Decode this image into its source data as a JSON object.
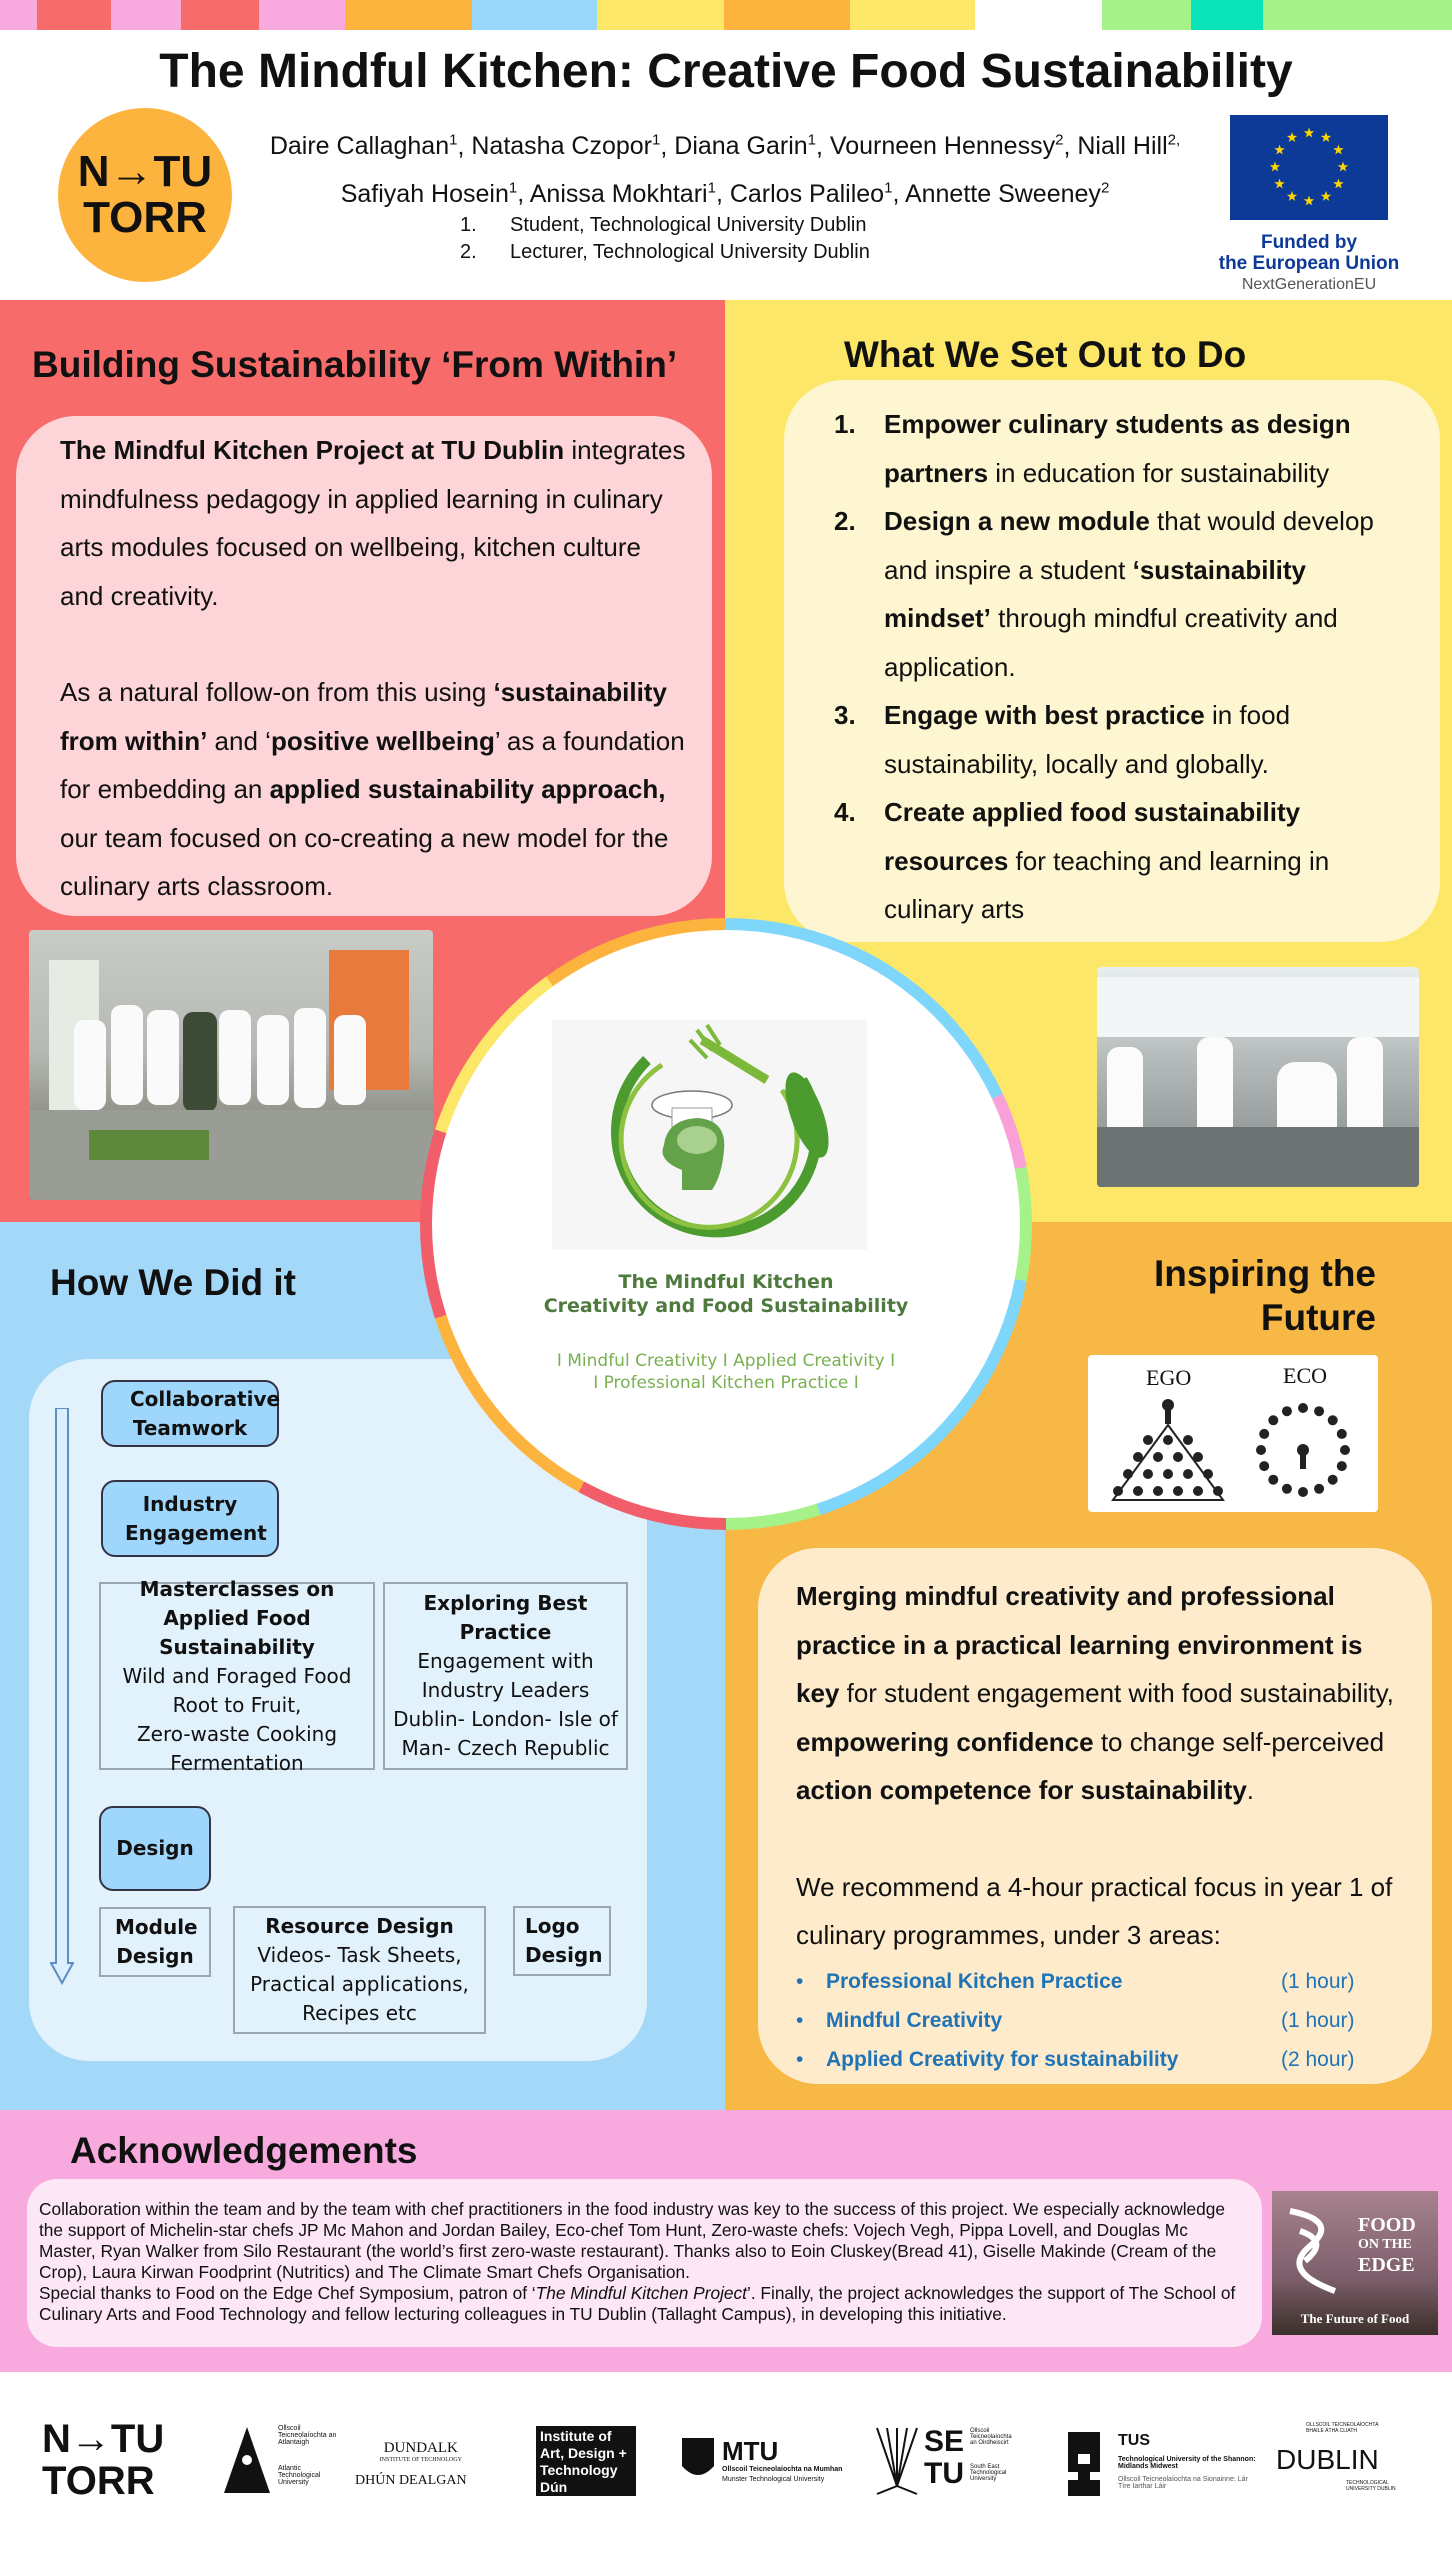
{
  "colors": {
    "red": "#f86b6b",
    "yellow": "#fde768",
    "blue": "#a3d8f8",
    "orange": "#f8b845",
    "pink": "#f8a9dd",
    "link_blue": "#1f73b7",
    "logo_green": "#5e9e3b"
  },
  "header": {
    "title": "The Mindful Kitchen: Creative Food Sustainability",
    "authors": [
      {
        "name": "Daire Callaghan",
        "sup": "1"
      },
      {
        "name": "Natasha Czopor",
        "sup": "1"
      },
      {
        "name": "Diana Garin",
        "sup": "1"
      },
      {
        "name": "Vourneen Hennessy",
        "sup": "2"
      },
      {
        "name": "Niall Hill",
        "sup": "2,"
      },
      {
        "name": "Safiyah Hosein",
        "sup": "1"
      },
      {
        "name": "Anissa Mokhtari",
        "sup": "1"
      },
      {
        "name": "Carlos Palileo",
        "sup": "1"
      },
      {
        "name": "Annette Sweeney",
        "sup": "2"
      }
    ],
    "affiliations": [
      {
        "num": "1.",
        "text": "Student, Technological University Dublin"
      },
      {
        "num": "2.",
        "text": "Lecturer, Technological University Dublin"
      }
    ],
    "left_logo": {
      "line1": "N→TU",
      "line2": "TORR"
    },
    "eu": {
      "line1": "Funded by",
      "line2": "the European Union",
      "line3": "NextGenerationEU"
    }
  },
  "within": {
    "title": "Building Sustainability ‘From Within’",
    "p1": [
      {
        "t": "The Mindful Kitchen Project at TU Dublin",
        "b": true
      },
      {
        "t": " integrates mindfulness pedagogy in applied learning in culinary arts modules focused on wellbeing, kitchen culture and creativity."
      }
    ],
    "p2": [
      {
        "t": "As a natural follow-on from this using "
      },
      {
        "t": "‘sustainability from within’",
        "b": true
      },
      {
        "t": " and ‘"
      },
      {
        "t": "positive wellbeing",
        "b": true
      },
      {
        "t": "’ as a foundation for embedding an "
      },
      {
        "t": "applied sustainability approach,",
        "b": true
      },
      {
        "t": " our team focused on co-creating a new model for the culinary arts classroom."
      }
    ]
  },
  "aims": {
    "title": "What We Set Out to Do",
    "items": [
      {
        "num": "1.",
        "seg": [
          {
            "t": "Empower culinary students as design partners",
            "b": true
          },
          {
            "t": " in education for sustainability"
          }
        ]
      },
      {
        "num": "2.",
        "seg": [
          {
            "t": "Design a new module",
            "b": true
          },
          {
            "t": " that would develop and inspire a student "
          },
          {
            "t": "‘sustainability mindset’",
            "b": true
          },
          {
            "t": " through mindful creativity and application."
          }
        ]
      },
      {
        "num": "3.",
        "seg": [
          {
            "t": "Engage with best practice",
            "b": true
          },
          {
            "t": " in food sustainability, locally and globally."
          }
        ]
      },
      {
        "num": "4.",
        "seg": [
          {
            "t": "Create applied food sustainability resources",
            "b": true
          },
          {
            "t": " for teaching and learning in culinary arts"
          }
        ]
      }
    ]
  },
  "center_logo": {
    "line1": "The Mindful Kitchen",
    "line2": "Creativity and Food Sustainability",
    "tag1": "I Mindful Creativity I Applied Creativity I",
    "tag2": "I Professional Kitchen Practice I"
  },
  "how": {
    "title": "How We Did it",
    "collab": "Collaborative Teamwork",
    "industry": "Industry Engagement",
    "master": {
      "title": "Masterclasses on Applied Food Sustainability",
      "lines": [
        "Wild and Foraged Food",
        "Root to Fruit,",
        "Zero-waste Cooking",
        "Fermentation"
      ]
    },
    "explore": {
      "title": "Exploring Best Practice",
      "lines": [
        "Engagement with",
        "Industry Leaders",
        "Dublin- London- Isle of",
        "Man- Czech Republic"
      ]
    },
    "design": "Design",
    "module": "Module Design",
    "resource": {
      "title": "Resource Design",
      "lines": [
        "Videos- Task Sheets,",
        "Practical applications,",
        "Recipes etc"
      ]
    },
    "logo_design": "Logo Design"
  },
  "future": {
    "title_line1": "Inspiring the",
    "title_line2": "Future",
    "ego": "EGO",
    "eco": "ECO",
    "p1": [
      {
        "t": "Merging mindful creativity and professional practice in a practical learning environment is key",
        "b": true
      },
      {
        "t": " for student engagement with food sustainability, "
      },
      {
        "t": "empowering confidence",
        "b": true
      },
      {
        "t": " to change  self-perceived "
      },
      {
        "t": "action competence for sustainability",
        "b": true
      },
      {
        "t": "."
      }
    ],
    "p2": "We recommend a 4-hour practical focus in year 1 of culinary programmes, under 3 areas:",
    "areas": [
      {
        "name": "Professional Kitchen Practice",
        "hours": "(1 hour)"
      },
      {
        "name": "Mindful Creativity",
        "hours": "(1 hour)"
      },
      {
        "name": "Applied Creativity for sustainability",
        "hours": "(2 hour)"
      }
    ]
  },
  "ack": {
    "title": "Acknowledgements",
    "p1": "Collaboration within the team and by the team with chef practitioners in the food industry was key to the success of this project. We especially acknowledge the support of Michelin-star chefs JP Mc Mahon and Jordan Bailey, Eco-chef Tom Hunt, Zero-waste chefs: Vojech Vegh, Pippa Lovell, and Douglas Mc Master, Ryan Walker from Silo Restaurant (the world’s first zero-waste restaurant). Thanks also to Eoin Cluskey(Bread 41), Giselle Makinde (Cream of the Crop), Laura Kirwan Foodprint (Nutritics) and The Climate Smart Chefs Organisation.",
    "p2a": "Special thanks to Food on the Edge Chef Symposium, patron of ‘",
    "p2i": "The Mindful Kitchen Project",
    "p2b": "’. Finally, the project acknowledges the support of The School of Culinary Arts and Food Technology and  fellow lecturing colleagues in TU Dublin (Tallaght Campus), in developing this initiative.",
    "foe": {
      "l1": "FOOD",
      "l2": "ON THE",
      "l3": "EDGE",
      "l4": "The Future of Food"
    }
  },
  "partners": {
    "n_tu": {
      "l1": "N→TU",
      "l2": "TORR"
    },
    "atu": {
      "l1": "Ollscoil Teicneolaíochta an Atlantaigh",
      "l2": "Atlantic Technological University"
    },
    "dundalk": {
      "l1": "DUNDALK",
      "l2": "INSTITUTE OF TECHNOLOGY",
      "l3": "DHÚN DEALGAN"
    },
    "iadt": {
      "l1": "Institute of",
      "l2": "Art, Design +",
      "l3": "Technology",
      "l4": "Dún Laoghaire"
    },
    "mtu": {
      "l1": "MTU",
      "l2": "Ollscoil Teicneolaíochta na Mumhan",
      "l3": "Munster Technological University"
    },
    "setu": {
      "l1": "SE",
      "l2": "TU",
      "l3": "Ollscoil Teicneolaíochta an Oirdheiscirt",
      "l4": "South East Technological University"
    },
    "tus": {
      "l1": "TUS",
      "l2": "Technological University of the Shannon: Midlands Midwest",
      "l3": "Ollscoil Teicneolaíochta na Sionainne: Lár Tíre Iarthar Láir"
    },
    "tud": {
      "l1": "DUBLIN",
      "l2": "OLLSCOIL TEICNEOLAÍOCHTA BHAILE ÁTHA CLIATH",
      "l3": "TECHNOLOGICAL UNIVERSITY DUBLIN"
    }
  }
}
